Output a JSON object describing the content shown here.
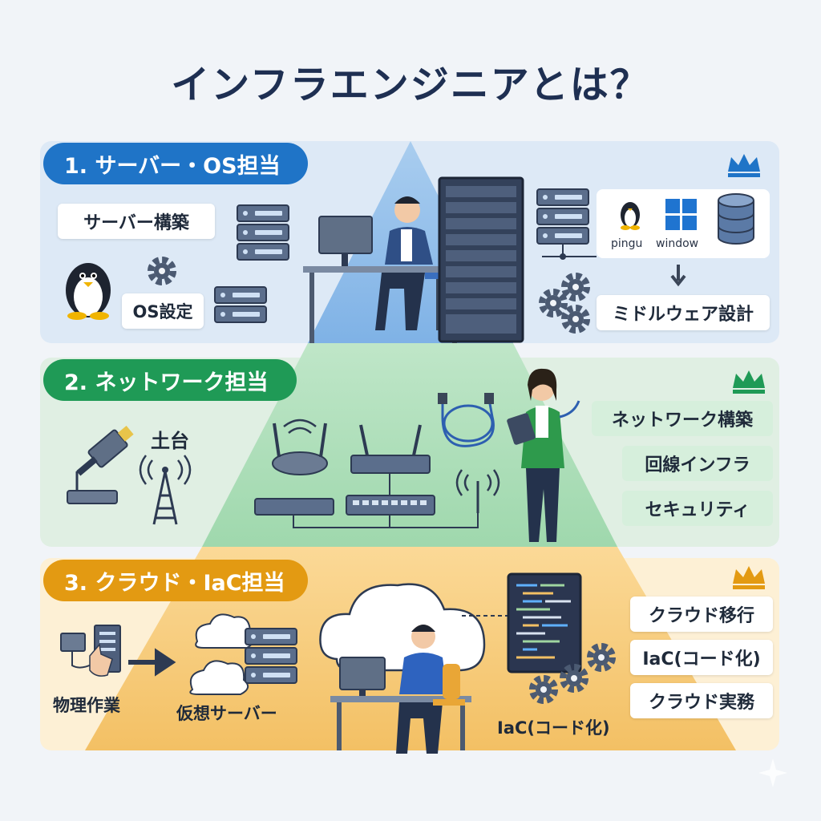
{
  "title": "インフラエンジニアとは？",
  "sections": [
    {
      "banner": "1. サーバー・OS担当",
      "color": "#1f74c7",
      "left_items": [
        "サーバー構築",
        "OS設定"
      ],
      "os_icons": [
        "pingu",
        "window"
      ],
      "right_items": [
        "ミドルウェア設計"
      ]
    },
    {
      "banner": "2. ネットワーク担当",
      "color": "#1f9a56",
      "left_items": [
        "土台"
      ],
      "right_items": [
        "ネットワーク構築",
        "回線インフラ",
        "セキュリティ"
      ]
    },
    {
      "banner": "3. クラウド・IaC担当",
      "color": "#e39a12",
      "left_items": [
        "物理作業",
        "仮想サーバー"
      ],
      "center_label": "IaC(コード化)",
      "right_items": [
        "クラウド移行",
        "IaC(コード化)",
        "クラウド実務"
      ]
    }
  ],
  "icons": [
    "pyramid-diagram",
    "crown-icon",
    "server-rack-icon",
    "server-icon",
    "linux-penguin-icon",
    "windows-icon",
    "database-icon",
    "gear-icon",
    "router-icon",
    "switch-icon",
    "antenna-icon",
    "network-cable-icon",
    "cloud-icon",
    "code-screen-icon",
    "person-at-desk-icon",
    "person-with-tablet-icon"
  ]
}
